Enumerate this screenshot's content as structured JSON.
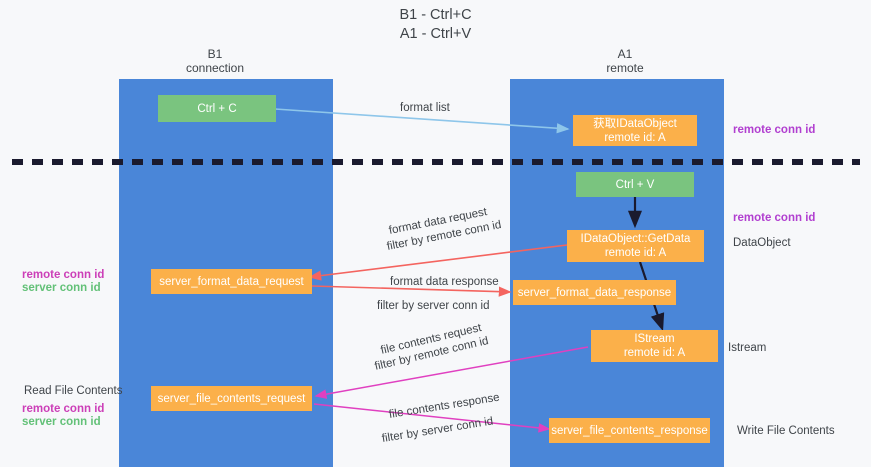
{
  "title": {
    "line1": "B1 - Ctrl+C",
    "line2": "A1 - Ctrl+V"
  },
  "lanes": [
    {
      "name": "B1",
      "sub": "connection"
    },
    {
      "name": "A1",
      "sub": "remote"
    }
  ],
  "boxes": {
    "ctrl_c": "Ctrl + C",
    "ctrl_v": "Ctrl + V",
    "get_idataobject_l1": "获取IDataObject",
    "get_idataobject_l2": "remote id: A",
    "getdata_l1": "IDataObject::GetData",
    "getdata_l2": "remote id: A",
    "istream_l1": "IStream",
    "istream_l2": "remote id: A",
    "server_format_data_request": "server_format_data_request",
    "server_format_data_response": "server_format_data_response",
    "server_file_contents_request": "server_file_contents_request",
    "server_file_contents_response": "server_file_contents_response"
  },
  "edge_labels": {
    "format_list": "format list",
    "format_data_request": "format data request",
    "format_data_request_filter_prefix": "filter by ",
    "format_data_request_filter_key": "remote conn id",
    "format_data_response": "format data response",
    "format_data_response_filter_prefix": "filter by ",
    "format_data_response_filter_key": "server conn id",
    "file_contents_request": "file contents request",
    "file_contents_request_filter_prefix": "filter by ",
    "file_contents_request_filter_key": "remote conn id",
    "file_contents_response": "file contents response",
    "file_contents_response_filter_prefix": "filter by ",
    "file_contents_response_filter_key": "server conn id"
  },
  "annotations": {
    "right_remote_conn_id_top": "remote conn id",
    "right_remote_conn_id_mid": "remote conn id",
    "right_dataobject": "DataObject",
    "right_istream": "Istream",
    "right_write_file_contents": "Write File Contents",
    "left_remote_conn_id_mid": "remote conn id",
    "left_server_conn_id_mid": "server conn id",
    "left_read_file_contents": "Read File Contents",
    "left_remote_conn_id_bottom": "remote conn id",
    "left_server_conn_id_bottom": "server conn id"
  },
  "colors": {
    "lane": "#4a86d8",
    "orange": "#fbb04a",
    "green": "#7ac47f",
    "pink": "#cc3fb8",
    "purple": "#b13fd0",
    "green_text": "#63c178",
    "red_arrow": "#f4645f",
    "blue_arrow": "#8ec6ea",
    "magenta_arrow": "#e040c0",
    "dark_arrow": "#1a1a2e",
    "background": "#f7f8fa"
  }
}
